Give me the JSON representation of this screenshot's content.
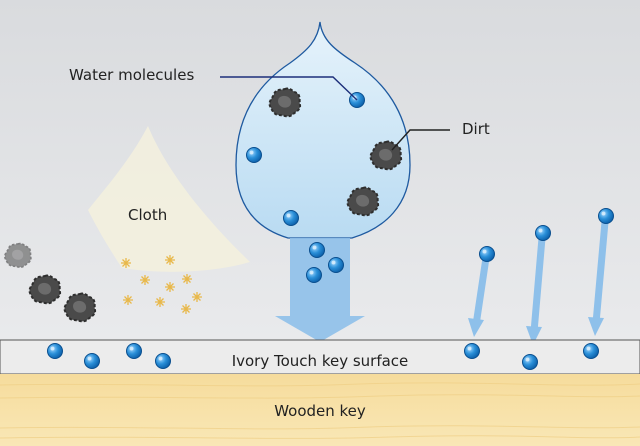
{
  "labels": {
    "water_molecules": "Water molecules",
    "dirt": "Dirt",
    "cloth": "Cloth",
    "key_surface": "Ivory Touch key surface",
    "wooden_key": "Wooden key"
  },
  "colors": {
    "molecule": "#2a8fd8",
    "droplet": "#cfe7f7",
    "dirt": "#555555",
    "arrow": "#8ec0ea",
    "cloth": "#f3f0de",
    "sparkle": "#e8b84a",
    "wood": "#f8e3a9",
    "key_surface": "#ececec",
    "leader_line": "#1d2f7a"
  },
  "icons": [
    "water-molecule-icon",
    "dirt-particle-icon",
    "sparkle-icon",
    "down-arrow-icon"
  ]
}
